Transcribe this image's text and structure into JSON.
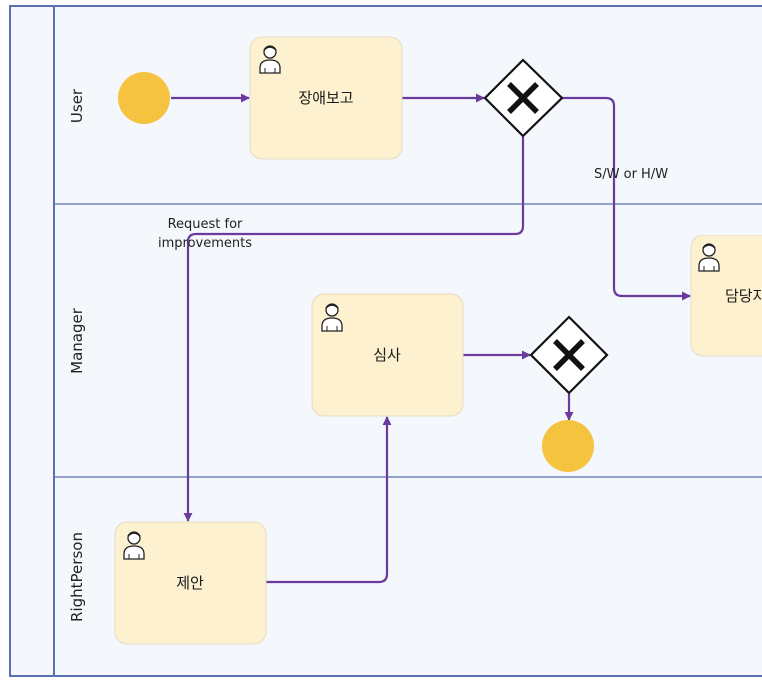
{
  "diagram": {
    "colors": {
      "lane_fill": "#f4f7fc",
      "lane_border": "#5a70b0",
      "task_fill": "#fdf1d0",
      "task_border": "#e6dcc2",
      "event_fill": "#f6c340",
      "flow": "#6a3a9c",
      "gateway_fill": "#ffffff",
      "gateway_stroke": "#111111"
    },
    "lanes": [
      {
        "label": "User"
      },
      {
        "label": "Manager"
      },
      {
        "label": "RightPerson"
      }
    ],
    "tasks": [
      {
        "label": "장애보고",
        "icon": "user-icon"
      },
      {
        "label": "심사",
        "icon": "user-icon"
      },
      {
        "label": "제안",
        "icon": "user-icon"
      },
      {
        "label": "담당자",
        "icon": "user-icon"
      }
    ],
    "gateways": [
      {
        "type": "exclusive",
        "symbol": "X"
      },
      {
        "type": "exclusive",
        "symbol": "X"
      }
    ],
    "flows": {
      "sw_hw_label": "S/W or H/W",
      "request_label_line1": "Request for",
      "request_label_line2": "improvements"
    }
  }
}
